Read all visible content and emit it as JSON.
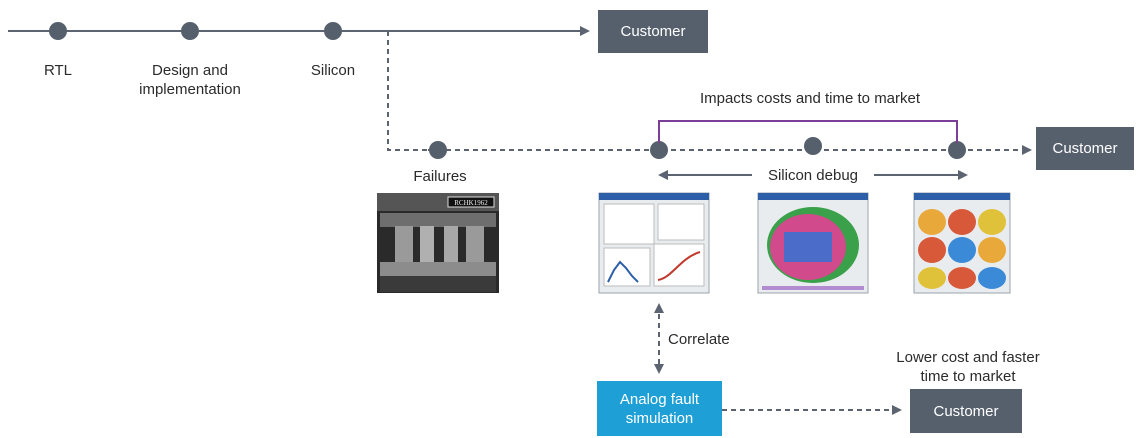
{
  "colors": {
    "line": "#5b6470",
    "node": "#56606d",
    "customer_box": "#56606d",
    "analog_box": "#1ea0d7",
    "impact_bracket": "#7b3f98"
  },
  "timeline": {
    "stages": [
      "RTL",
      "Design and\nimplementation",
      "Silicon"
    ],
    "customer_top": "Customer"
  },
  "debug_path": {
    "failures_label": "Failures",
    "impacts_label": "Impacts costs and time to market",
    "silicon_debug_label": "Silicon debug",
    "customer_right": "Customer"
  },
  "thumbnails": [
    {
      "name": "failures-sem-image",
      "text": "RCHK1962"
    },
    {
      "name": "debug-screenshot-charts",
      "text": ""
    },
    {
      "name": "debug-screenshot-wafer-map",
      "text": ""
    },
    {
      "name": "debug-screenshot-wafer-grid",
      "text": ""
    }
  ],
  "bottom": {
    "correlate_label": "Correlate",
    "analog_box": "Analog fault\nsimulation",
    "lower_cost_label": "Lower cost and faster\ntime to market",
    "customer_bottom": "Customer"
  }
}
